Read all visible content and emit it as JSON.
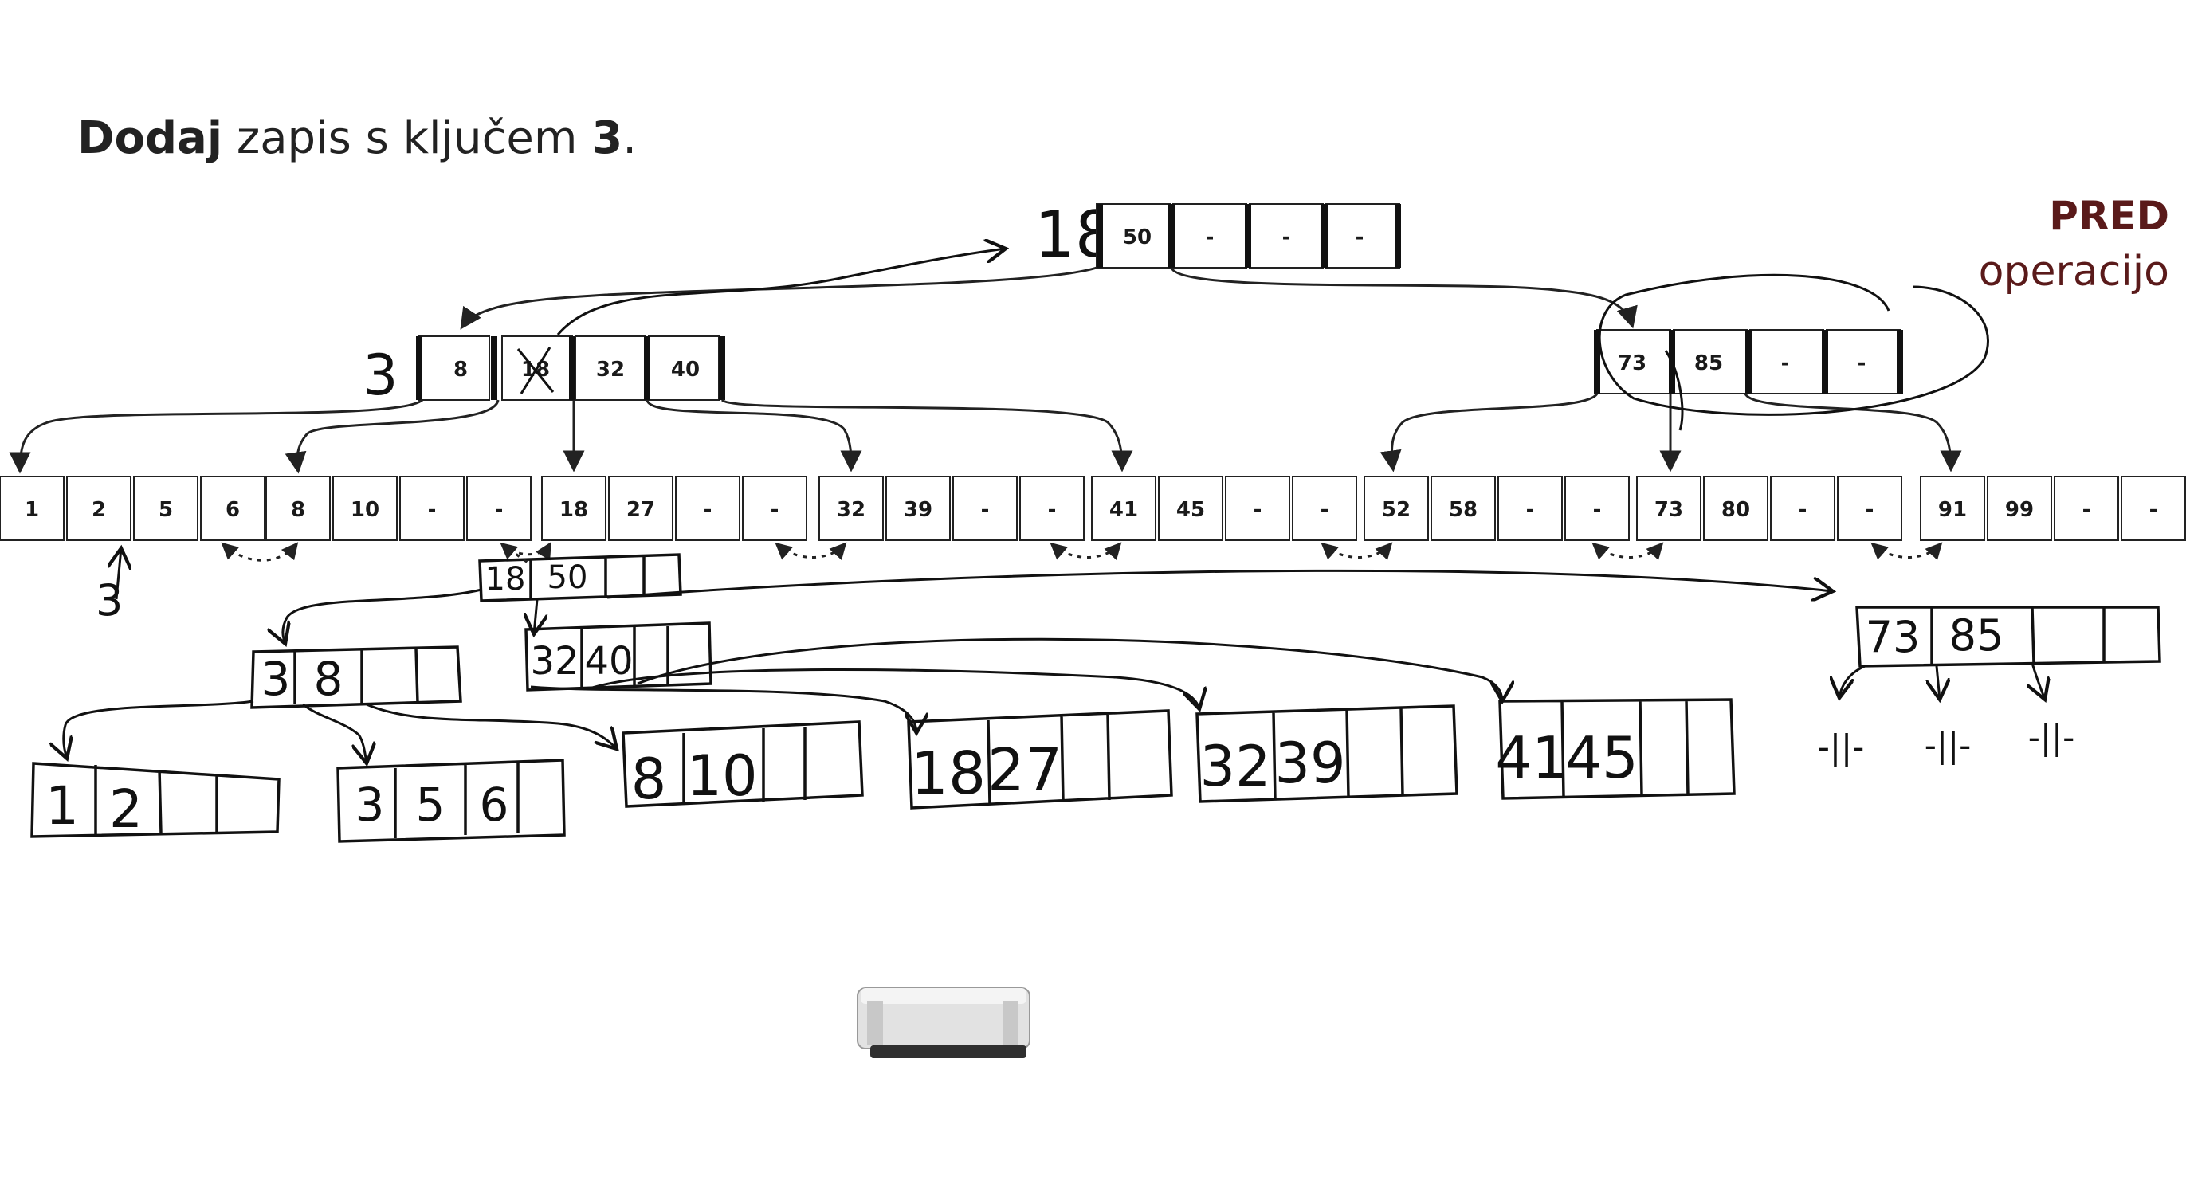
{
  "title": {
    "bold_word": "Dodaj",
    "middle": " zapis s ključem ",
    "key": "3",
    "end": "."
  },
  "badge": {
    "line1": "PRED",
    "line2": "operacijo",
    "line1_color": "#5a1a1a",
    "line2_color": "#5a1a1a"
  },
  "root": {
    "left_label": "18",
    "cells": [
      "50",
      "-",
      "-",
      "-"
    ]
  },
  "internal_left": {
    "left_label": "3",
    "cells": [
      "8",
      "18",
      "32",
      "40"
    ],
    "crossed_cell": 1
  },
  "internal_right": {
    "cells": [
      "73",
      "85",
      "-",
      "-"
    ]
  },
  "leaves": [
    {
      "cells": [
        "1",
        "2",
        "5",
        "6"
      ]
    },
    {
      "cells": [
        "8",
        "10",
        "-",
        "-"
      ]
    },
    {
      "cells": [
        "18",
        "27",
        "-",
        "-"
      ]
    },
    {
      "cells": [
        "32",
        "39",
        "-",
        "-"
      ]
    },
    {
      "cells": [
        "41",
        "45",
        "-",
        "-"
      ]
    },
    {
      "cells": [
        "52",
        "58",
        "-",
        "-"
      ]
    },
    {
      "cells": [
        "73",
        "80",
        "-",
        "-"
      ]
    },
    {
      "cells": [
        "91",
        "99",
        "-",
        "-"
      ]
    }
  ],
  "insert_marker": "3",
  "handwritten": {
    "new_root": {
      "cells": [
        "18",
        "50"
      ]
    },
    "node_left": {
      "cells": [
        "3",
        "8"
      ]
    },
    "node_mid": {
      "cells": [
        "32",
        "40"
      ]
    },
    "node_right": {
      "cells": [
        "73",
        "85"
      ]
    },
    "leaves": [
      {
        "cells": [
          "1",
          "2"
        ]
      },
      {
        "cells": [
          "3",
          "5",
          "6"
        ]
      },
      {
        "cells": [
          "8",
          "10"
        ]
      },
      {
        "cells": [
          "18",
          "27"
        ]
      },
      {
        "cells": [
          "32",
          "39"
        ]
      },
      {
        "cells": [
          "41",
          "45"
        ]
      }
    ],
    "same_marks": [
      "-||-",
      "-||-",
      "-||-"
    ]
  },
  "colors": {
    "ink": "#111111",
    "box_stroke": "#222222",
    "eraser_body": "#d9d9d9",
    "eraser_dark": "#333333"
  }
}
